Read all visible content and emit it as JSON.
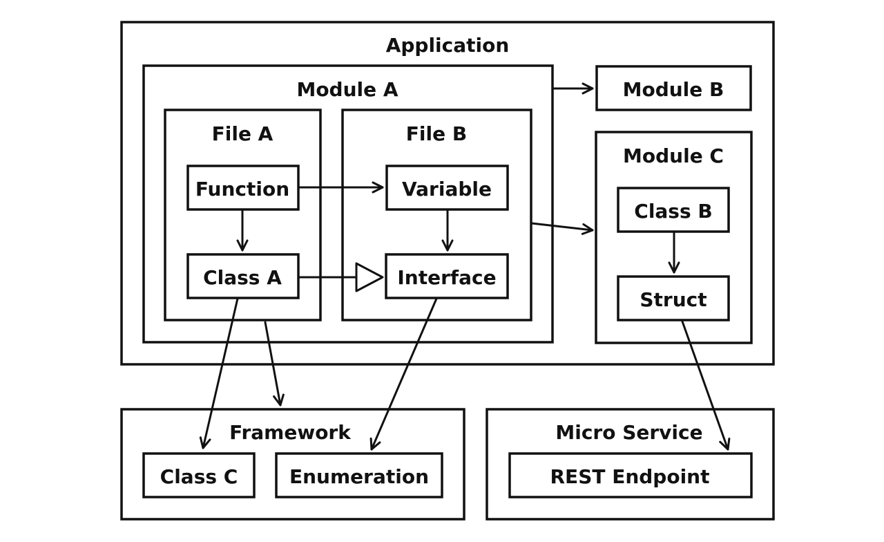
{
  "containers": {
    "application": "Application",
    "module_a": "Module A",
    "file_a": "File A",
    "file_b": "File B",
    "module_c": "Module C",
    "framework": "Framework",
    "micro_service": "Micro Service"
  },
  "nodes": {
    "module_b": "Module B",
    "function": "Function",
    "class_a": "Class A",
    "variable": "Variable",
    "interface": "Interface",
    "class_b": "Class B",
    "struct": "Struct",
    "class_c": "Class C",
    "enumeration": "Enumeration",
    "rest_endpoint": "REST Endpoint"
  },
  "edges": [
    {
      "from": "Module A",
      "to": "Module B",
      "style": "open-arrow"
    },
    {
      "from": "File B",
      "to": "Module C",
      "style": "open-arrow"
    },
    {
      "from": "Function",
      "to": "Variable",
      "style": "open-arrow"
    },
    {
      "from": "Function",
      "to": "Class A",
      "style": "open-arrow"
    },
    {
      "from": "Variable",
      "to": "Interface",
      "style": "open-arrow"
    },
    {
      "from": "Class A",
      "to": "Interface",
      "style": "inheritance-triangle"
    },
    {
      "from": "Class B",
      "to": "Struct",
      "style": "open-arrow"
    },
    {
      "from": "Class A",
      "to": "Class C",
      "style": "open-arrow"
    },
    {
      "from": "File A",
      "to": "Framework",
      "style": "open-arrow"
    },
    {
      "from": "Interface",
      "to": "Enumeration",
      "style": "open-arrow"
    },
    {
      "from": "Struct",
      "to": "REST Endpoint",
      "style": "open-arrow"
    }
  ]
}
